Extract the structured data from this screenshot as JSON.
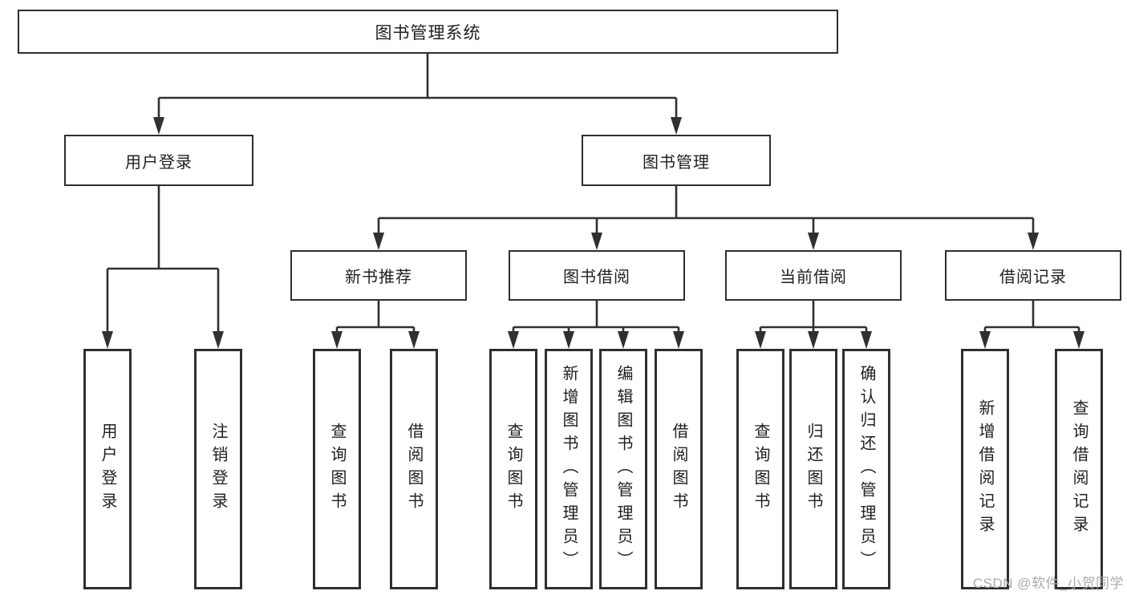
{
  "diagram_title": "图书管理系统",
  "nodes": {
    "root": "图书管理系统",
    "user_login": "用户登录",
    "book_mgmt": "图书管理",
    "new_books": "新书推荐",
    "book_borrow": "图书借阅",
    "current_borrow": "当前借阅",
    "borrow_records": "借阅记录",
    "leaves": {
      "user_login": [
        "用户登录",
        "注销登录"
      ],
      "new_books": [
        "查询图书",
        "借阅图书"
      ],
      "book_borrow": [
        "查询图书",
        "新增图书（管理员）",
        "编辑图书（管理员）",
        "借阅图书"
      ],
      "current_borrow": [
        "查询图书",
        "归还图书",
        "确认归还（管理员）"
      ],
      "borrow_records": [
        "新增借阅记录",
        "查询借阅记录"
      ]
    }
  },
  "watermark": "CSDN @软件_小贺同学",
  "colors": {
    "line": "#303030",
    "box_border": "#2f2f2f",
    "text": "#1f1f1f",
    "watermark": "#ababab",
    "background": "#ffffff"
  }
}
